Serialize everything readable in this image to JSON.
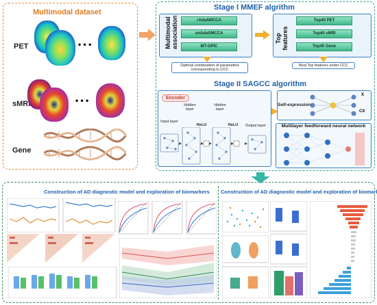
{
  "multimodal": {
    "title": "Multimodal dataset",
    "modalities": [
      "PET",
      "sMRI",
      "Gene"
    ],
    "ellipsis": "• • •"
  },
  "stage1": {
    "title": "Stage I  MMEF algrithm",
    "assoc_label": "Multimodal association",
    "methods": [
      "rAdaSMCCA",
      "unAdaSMCCA",
      "MT-GPIC"
    ],
    "assoc_result": "Optimal combination of parameters corresponding to CCC",
    "top_label": "Top features",
    "top_items": [
      "Top40 PET",
      "Top40 sMRI",
      "Top40 Gene"
    ],
    "top_result": "Best Top features under CCC"
  },
  "stage2": {
    "title": "Stage II  SAGCC algorithm",
    "encoder": "Encoder",
    "input_layer": "Input layer",
    "hidden_layer": "Hidden layer",
    "output_layer": "Output layer",
    "relu": "ReLU",
    "self_expression": "Self-expression",
    "x_label": "X",
    "cx_label": "CX",
    "mlp": "Multilayer feedforward neural network"
  },
  "bottom": {
    "left_title": "Construction of AD diagnostic model and exploration of biomarkers",
    "right_title": "Construction of AD diagnostic model and exploration of biomarkers"
  },
  "colors": {
    "orange": "#e08a2e",
    "teal": "#2aa398",
    "green": "#2e8b57",
    "blue": "#1f5fa8"
  }
}
